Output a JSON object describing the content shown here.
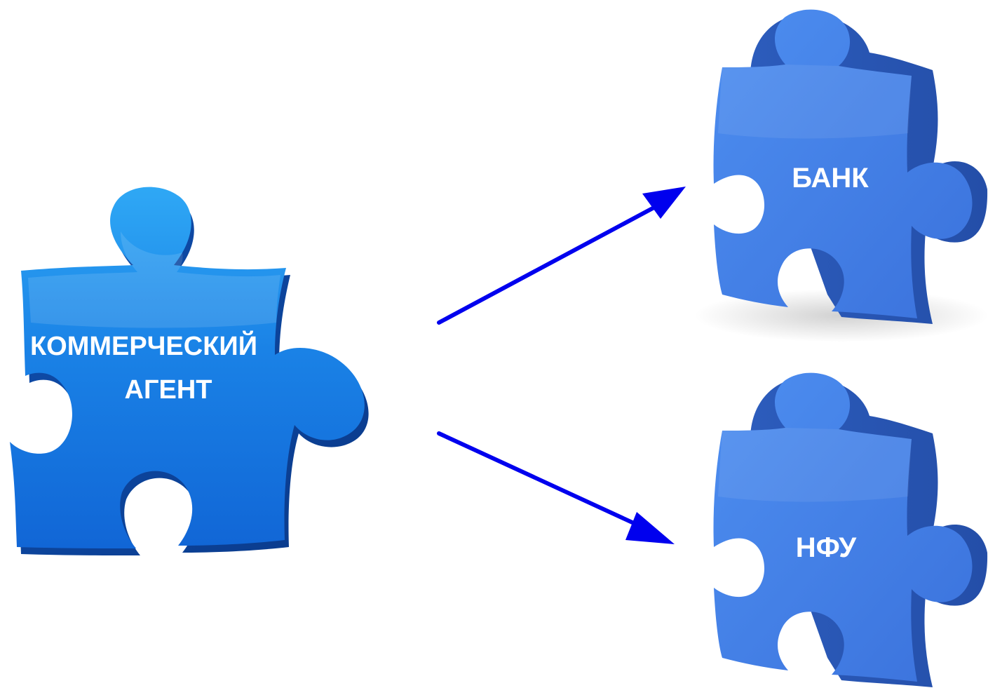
{
  "nodes": {
    "agent": {
      "label_line1": "КОММЕРЧЕСКИЙ",
      "label_line2": "АГЕНТ"
    },
    "bank": {
      "label": "БАНК"
    },
    "nfu": {
      "label": "НФУ"
    }
  },
  "edges": [
    {
      "from": "agent",
      "to": "bank"
    },
    {
      "from": "agent",
      "to": "nfu"
    }
  ],
  "colors": {
    "arrow": "#0000ee",
    "agent_piece": "#1a7fe0",
    "right_piece": "#3f7fe0",
    "label": "#ffffff"
  },
  "icons": {
    "agent": "puzzle-piece-icon",
    "bank": "puzzle-piece-icon",
    "nfu": "puzzle-piece-icon"
  }
}
